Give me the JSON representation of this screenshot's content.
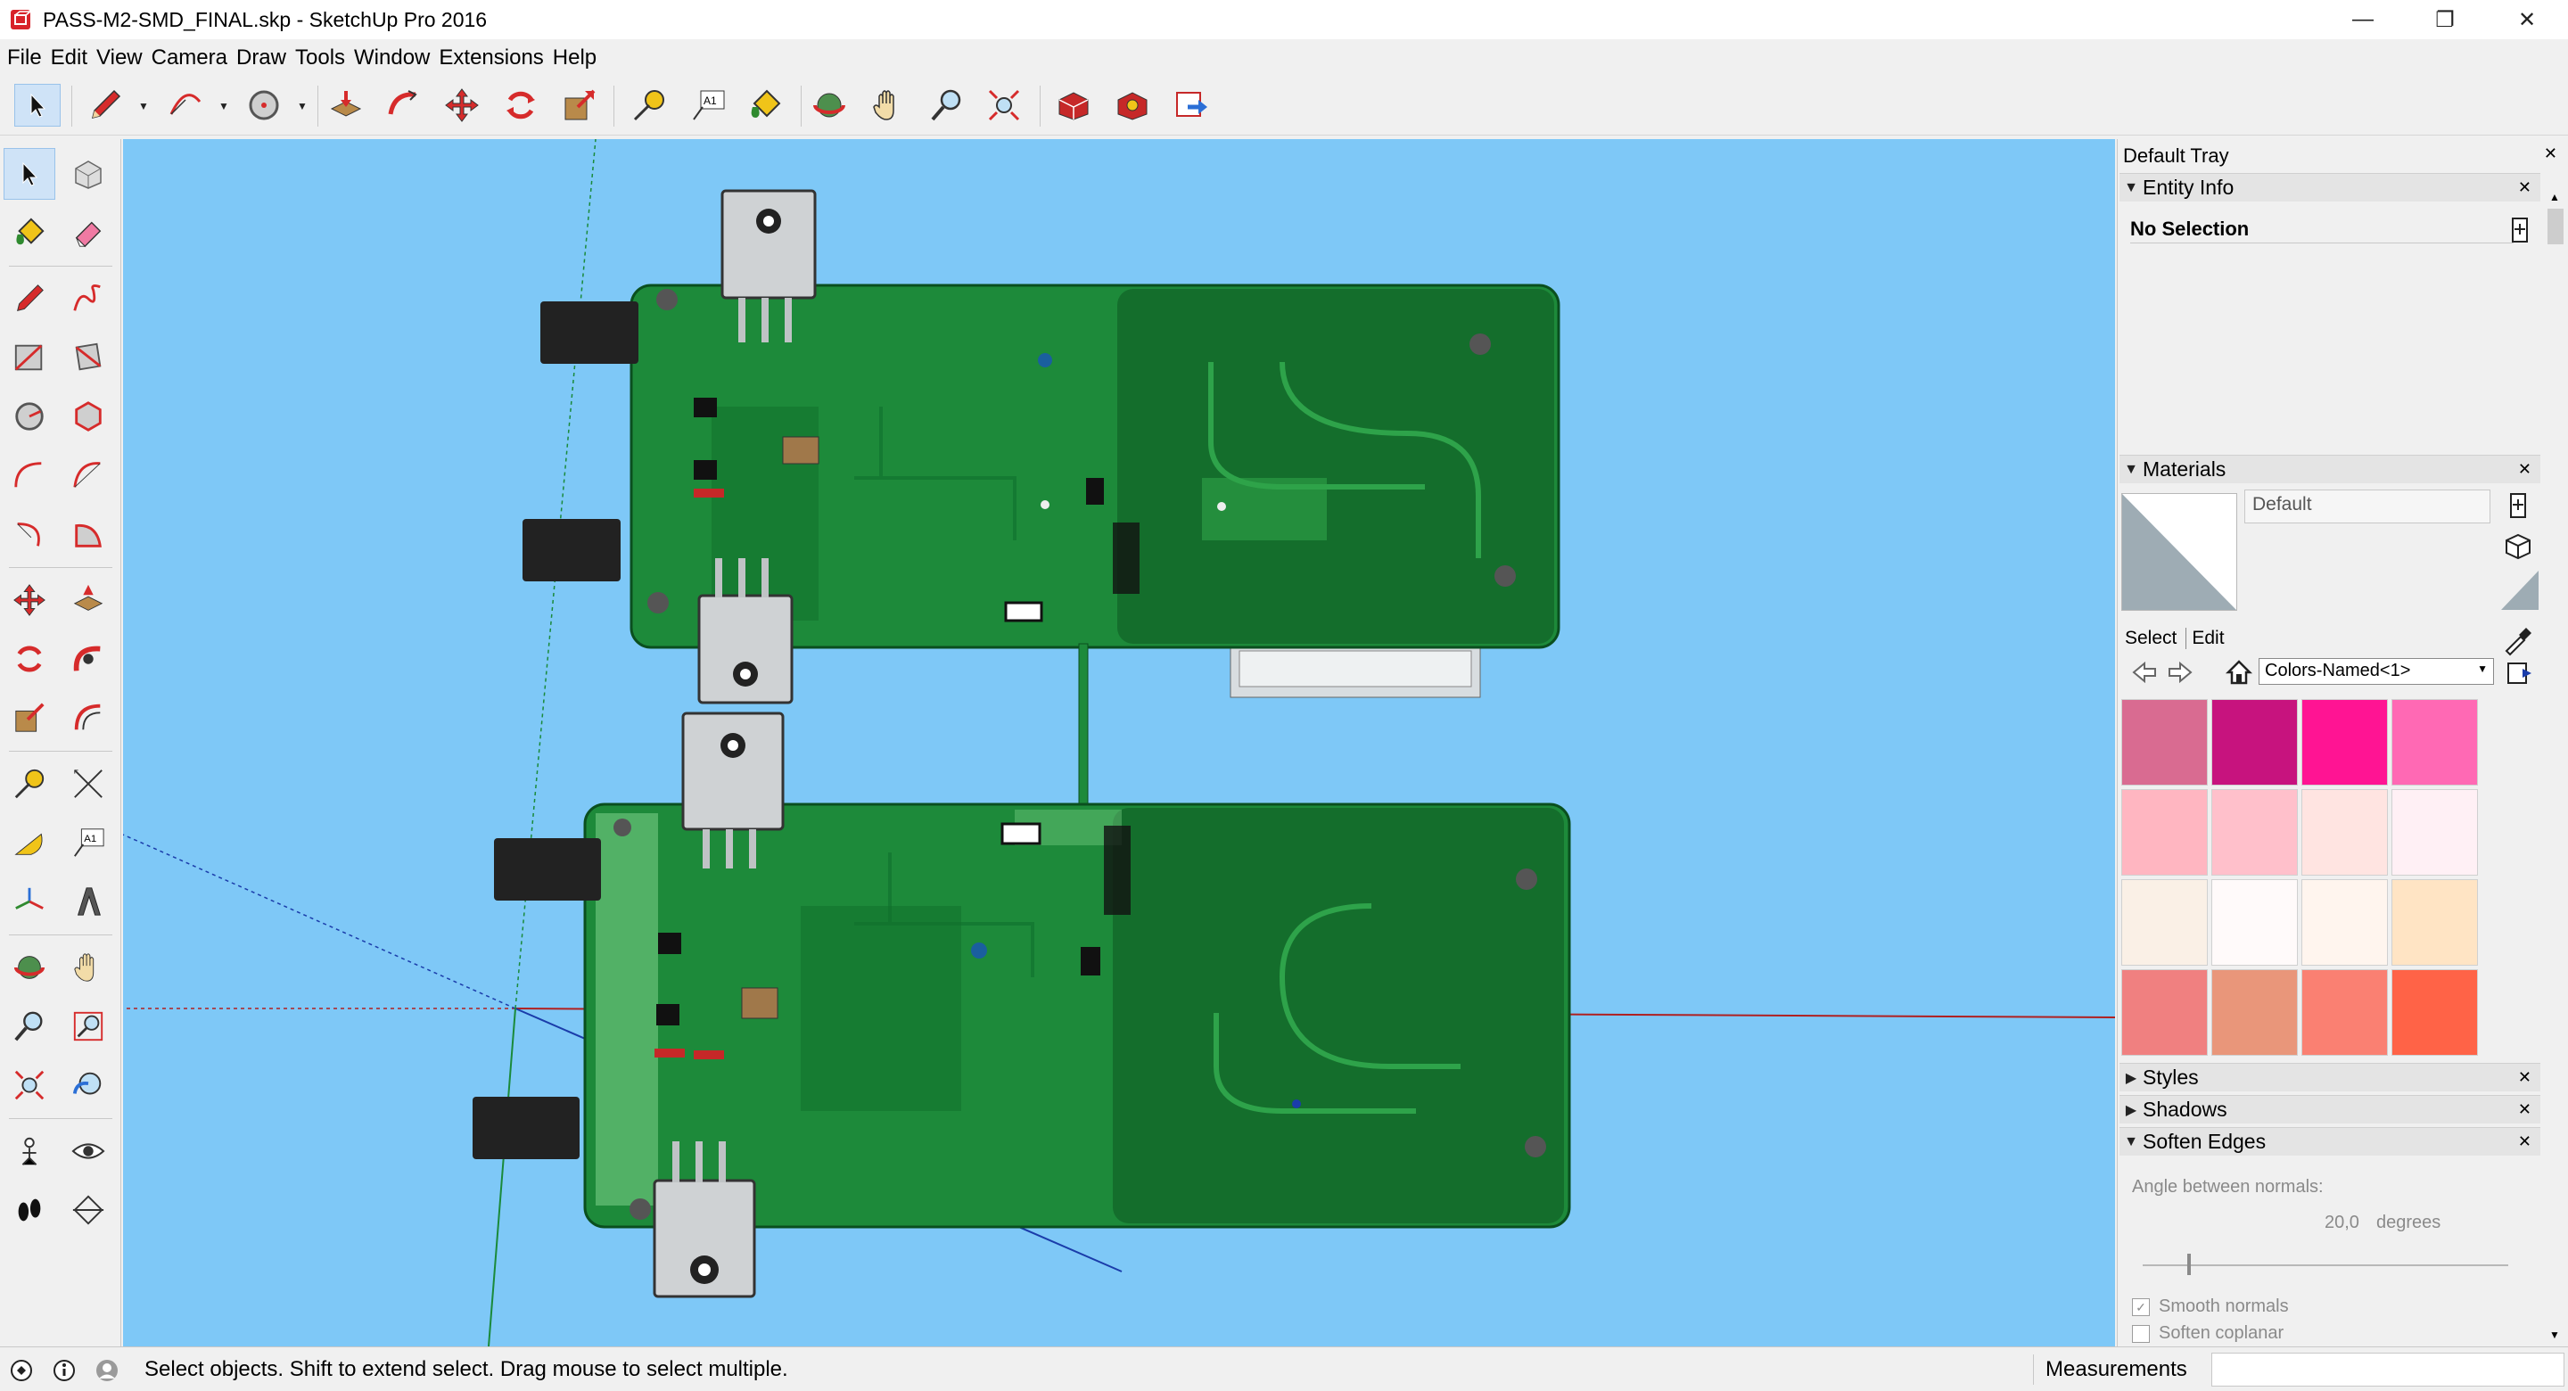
{
  "window": {
    "title": "PASS-M2-SMD_FINAL.skp - SketchUp Pro 2016",
    "minimize_glyph": "—",
    "restore_glyph": "❐",
    "close_glyph": "✕"
  },
  "menu": [
    "File",
    "Edit",
    "View",
    "Camera",
    "Draw",
    "Tools",
    "Window",
    "Extensions",
    "Help"
  ],
  "top_toolbar_icons": [
    "select-icon",
    "pencil-icon",
    "arc-icon",
    "circle-icon",
    "push-pull-icon",
    "follow-me-icon",
    "move-icon",
    "rotate-icon",
    "scale-icon",
    "tape-measure-icon",
    "text-icon",
    "paint-bucket-icon",
    "orbit-icon",
    "pan-icon",
    "zoom-icon",
    "zoom-extents-icon",
    "warehouse-icon",
    "extension-warehouse-icon",
    "share-model-icon"
  ],
  "left_toolbar_icons": [
    "select-icon",
    "component-icon",
    "paint-bucket-icon",
    "eraser-icon",
    "pencil-icon",
    "freehand-icon",
    "rectangle-icon",
    "rotated-rectangle-icon",
    "circle-icon",
    "polygon-icon",
    "arc-icon",
    "two-point-arc-icon",
    "three-point-arc-icon",
    "pie-icon",
    "move-icon",
    "push-pull-icon",
    "rotate-icon",
    "follow-me-icon",
    "scale-icon",
    "offset-icon",
    "tape-measure-icon",
    "dimension-icon",
    "protractor-icon",
    "text-icon",
    "axes-icon",
    "3d-text-icon",
    "orbit-icon",
    "pan-icon",
    "zoom-icon",
    "zoom-window-icon",
    "zoom-extents-icon",
    "previous-view-icon",
    "position-camera-icon",
    "look-around-icon",
    "walk-icon",
    "section-plane-icon"
  ],
  "tray": {
    "title": "Default Tray",
    "entity_info": {
      "title": "Entity Info",
      "selection": "No Selection"
    },
    "materials": {
      "title": "Materials",
      "name": "Default",
      "tab_select": "Select",
      "tab_edit": "Edit",
      "library": "Colors-Named<1>",
      "swatches": [
        "#d96b91",
        "#c7137e",
        "#ff1493",
        "#ff69b4",
        "#ffb6c1",
        "#ffc0cb",
        "#ffe4e1",
        "#fff0f5",
        "#faf0e6",
        "#fffafa",
        "#fff5ee",
        "#ffe4c4",
        "#f08080",
        "#e9967a",
        "#fa8072",
        "#ff6347"
      ]
    },
    "styles": {
      "title": "Styles"
    },
    "shadows": {
      "title": "Shadows"
    },
    "soften_edges": {
      "title": "Soften Edges",
      "angle_label": "Angle between normals:",
      "angle_value": "20,0",
      "angle_unit": "degrees",
      "smooth_normals": "Smooth normals",
      "soften_coplanar": "Soften coplanar"
    }
  },
  "status": {
    "message": "Select objects. Shift to extend select. Drag mouse to select multiple.",
    "measurements_label": "Measurements"
  },
  "colors": {
    "sky": "#7ec8f7",
    "pcb": "#1d8a3a",
    "pcb_dark": "#146e2c",
    "accent_select": "#cfe3f7"
  }
}
